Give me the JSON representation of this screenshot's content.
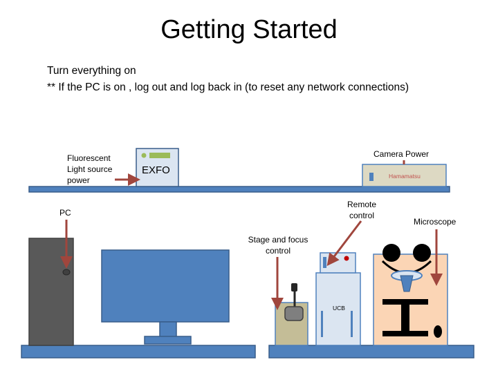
{
  "title": "Getting Started",
  "instructions": [
    "Turn everything on",
    "** If the PC is on , log out and log back in (to reset any network connections)"
  ],
  "labels": {
    "fluorescent": "Fluorescent\nLight source\npower",
    "camera_power": "Camera Power",
    "pc": "PC",
    "remote_control": "Remote\ncontrol",
    "microscope": "Microscope",
    "stage_focus": "Stage and focus\ncontrol"
  },
  "devices": {
    "exfo": "EXFO",
    "hamamatsu": "Hamamatsu",
    "ucb": "UCB"
  },
  "colors": {
    "arrow": "#a0463d",
    "blue": "#4f81bd",
    "dark_blue": "#385d8a",
    "shelf": "#4f81bd",
    "tower": "#595959",
    "tan": "#ddd9c3",
    "stage_tan": "#c4bd97",
    "scope_bg": "#fbd5b5",
    "light_blue": "#dbe5f1",
    "exfo_green": "#9bbb59"
  }
}
